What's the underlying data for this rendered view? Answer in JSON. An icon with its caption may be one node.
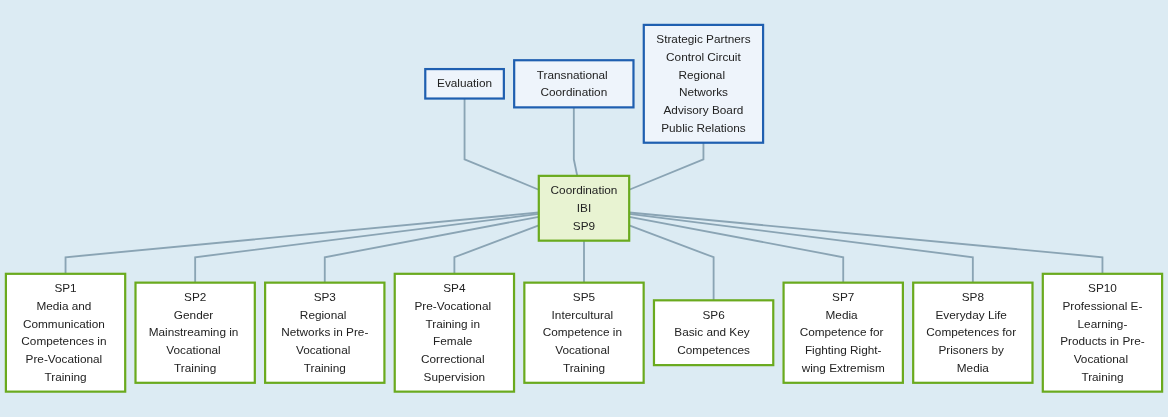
{
  "diagram": {
    "nodes": [
      {
        "text": [
          "Evaluation"
        ]
      },
      {
        "text": [
          "Transnational Coordination"
        ]
      },
      {
        "text": [
          "Coordination",
          "IBI",
          "SP9"
        ]
      },
      {
        "text": [
          "Strategic Partners",
          "Control Circuit",
          "Regional Networks",
          "Advisory Board",
          "Public Relations"
        ]
      },
      {
        "text": [
          "SP1",
          "Media and Communication Competences in Pre-Vocational Training"
        ]
      },
      {
        "text": [
          "SP2",
          "Gender Mainstreaming in Vocational Training"
        ]
      },
      {
        "text": [
          "SP3",
          "Regional Networks in Pre-Vocational Training"
        ]
      },
      {
        "text": [
          "SP4",
          "Pre-Vocational Training in Female Correctional Supervision"
        ]
      },
      {
        "text": [
          "SP5",
          "Intercultural Competence in Vocational Training"
        ]
      },
      {
        "text": [
          "SP6",
          "Basic and Key Competences"
        ]
      },
      {
        "text": [
          "SP7",
          "Media Competence for Fighting Right-wing Extremism"
        ]
      },
      {
        "text": [
          "SP8",
          "Everyday Life Competences for Prisoners by Media"
        ]
      },
      {
        "text": [
          "SP10",
          "Professional E-Learning-Products in Pre-Vocational Training"
        ]
      }
    ],
    "edges": [
      {
        "from": 0,
        "to": 2,
        "arrow": "none"
      },
      {
        "from": 1,
        "to": 2,
        "arrow": "none"
      },
      {
        "from": 3,
        "to": 2,
        "arrow": "none"
      },
      {
        "from": 2,
        "to": 4,
        "arrow": "none"
      },
      {
        "from": 2,
        "to": 5,
        "arrow": "none"
      },
      {
        "from": 2,
        "to": 6,
        "arrow": "none"
      },
      {
        "from": 2,
        "to": 7,
        "arrow": "none"
      },
      {
        "from": 2,
        "to": 8,
        "arrow": "none"
      },
      {
        "from": 2,
        "to": 9,
        "arrow": "none"
      },
      {
        "from": 2,
        "to": 10,
        "arrow": "none"
      },
      {
        "from": 2,
        "to": 11,
        "arrow": "none"
      },
      {
        "from": 2,
        "to": 12,
        "arrow": "none"
      }
    ]
  }
}
